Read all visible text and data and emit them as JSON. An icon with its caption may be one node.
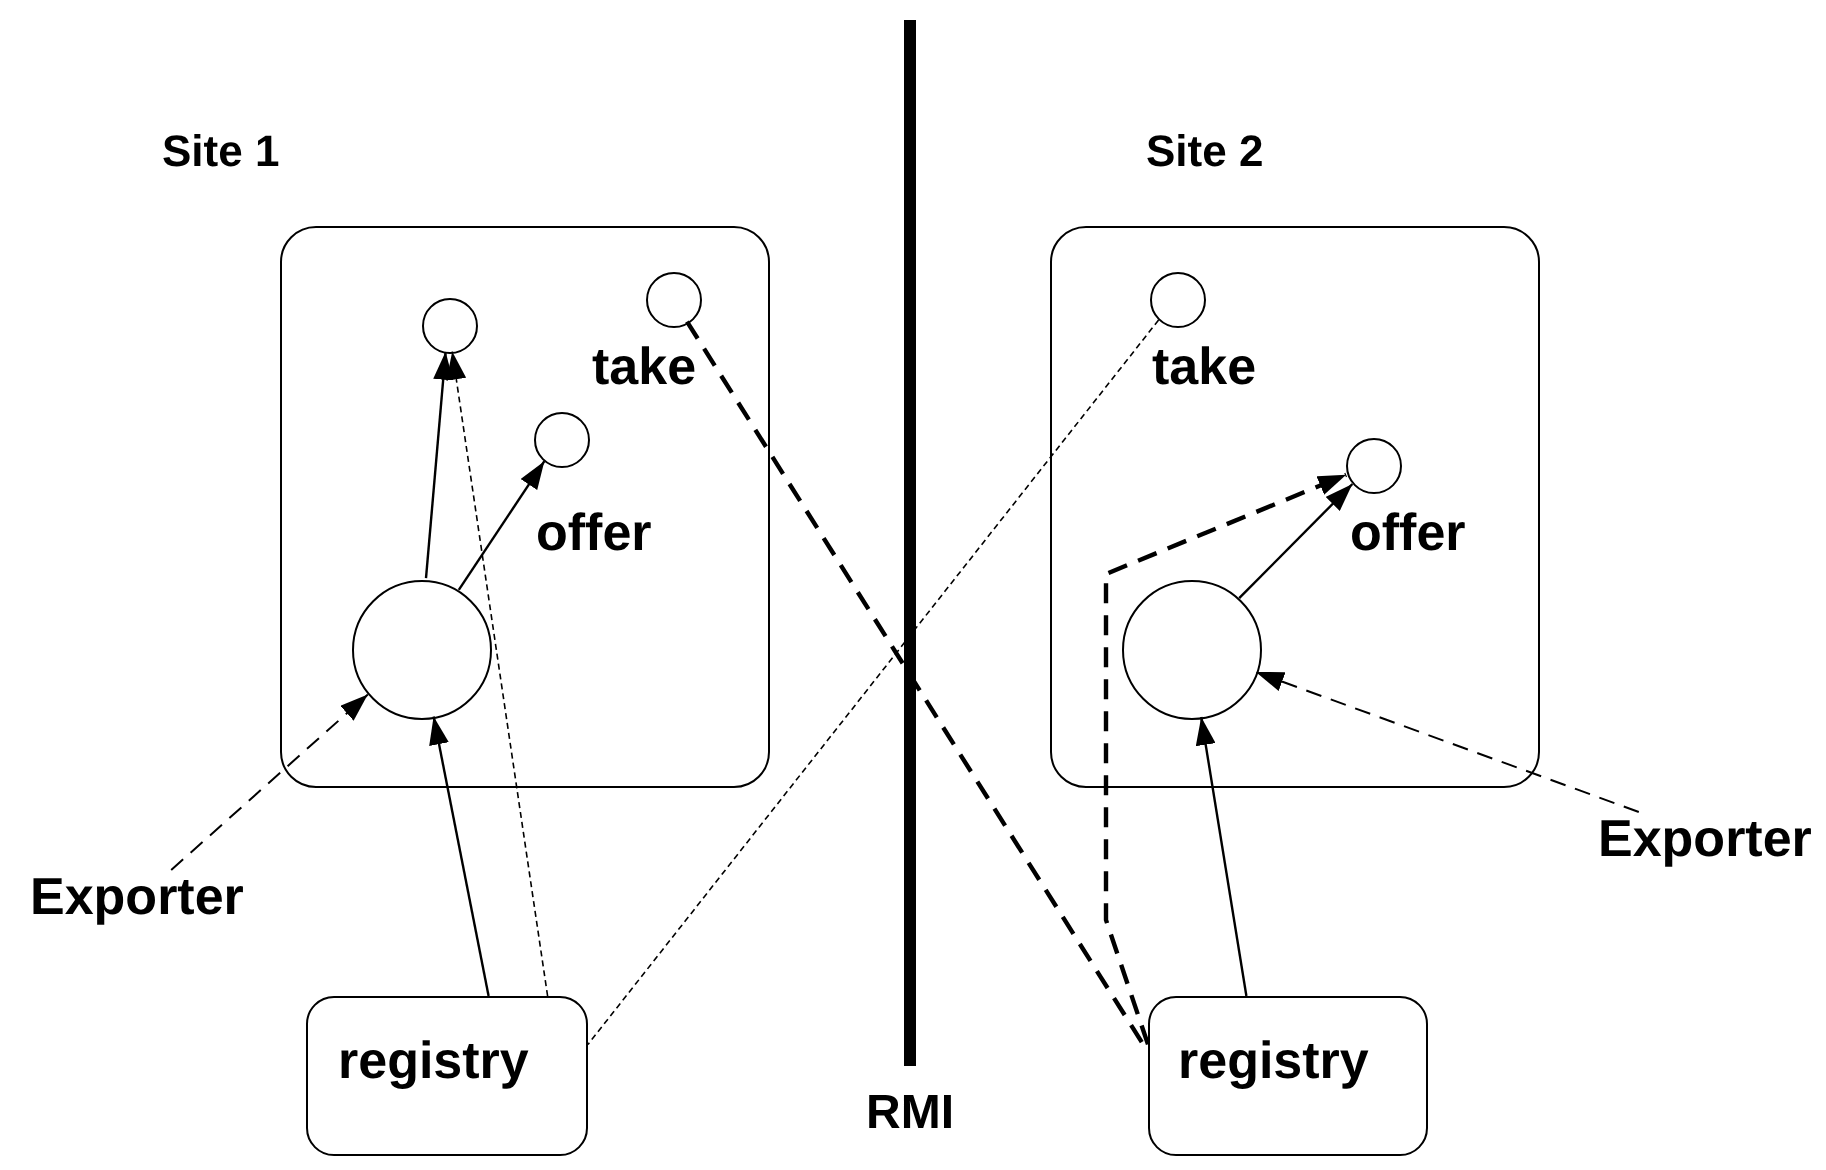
{
  "diagram": {
    "nodes": [
      {
        "text": [
          "Site 1"
        ]
      },
      {
        "text": [],
        "shape": "circle",
        "in": 0
      },
      {
        "text": [],
        "shape": "circle",
        "in": 0,
        "beside": [
          "take"
        ]
      },
      {
        "text": [],
        "shape": "circle",
        "in": 0,
        "beside": [
          "offer"
        ]
      },
      {
        "text": [],
        "shape": "circle",
        "in": 0
      },
      {
        "text": [
          "Exporter"
        ]
      },
      {
        "text": [
          "registry"
        ]
      },
      {
        "text": [
          "Site 2"
        ]
      },
      {
        "text": [],
        "shape": "circle",
        "in": 7,
        "beside": [
          "take"
        ]
      },
      {
        "text": [],
        "shape": "circle",
        "in": 7,
        "beside": [
          "offer"
        ]
      },
      {
        "text": [],
        "shape": "circle",
        "in": 7
      },
      {
        "text": [
          "Exporter"
        ]
      },
      {
        "text": [
          "registry"
        ]
      }
    ],
    "edges": [
      {
        "from": 4,
        "to": 1,
        "arrow": "to"
      },
      {
        "from": 4,
        "to": 3,
        "arrow": "to"
      },
      {
        "from": 6,
        "to": 4,
        "arrow": "to"
      },
      {
        "from": 5,
        "to": 4,
        "arrow": "to",
        "style": "dashed"
      },
      {
        "from": 6,
        "to": 1,
        "arrow": "to",
        "style": "dashed"
      },
      {
        "from": 8,
        "to": 6,
        "arrow": "none",
        "style": "dashed"
      },
      {
        "from": 2,
        "to": 12,
        "arrow": "none",
        "style": "dashed"
      },
      {
        "from": 12,
        "to": 9,
        "arrow": "to",
        "style": "dashed"
      },
      {
        "from": 10,
        "to": 9,
        "arrow": "to"
      },
      {
        "from": 12,
        "to": 10,
        "arrow": "to"
      },
      {
        "from": 11,
        "to": 10,
        "arrow": "to",
        "style": "dashed"
      }
    ],
    "labels": [
      "RMI"
    ]
  }
}
